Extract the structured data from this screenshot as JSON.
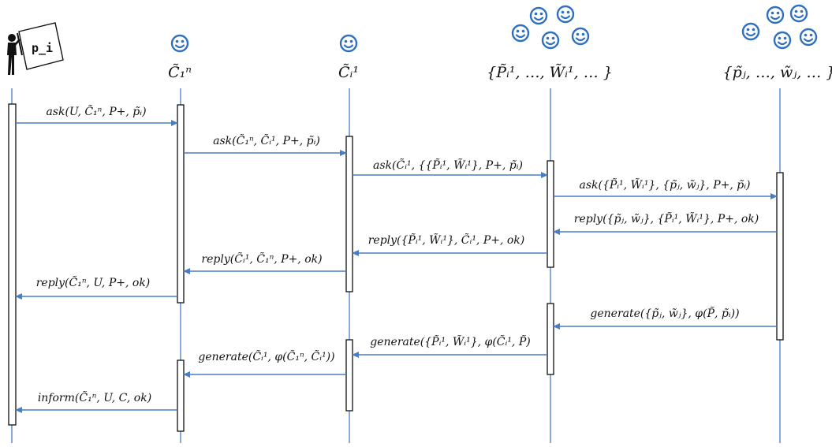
{
  "participants": [
    {
      "id": "user",
      "label": "",
      "icon": "person-with-sign-icon",
      "sign_text": "p_i"
    },
    {
      "id": "c1n",
      "label": "C̃₁ⁿ",
      "icon": "smiley-icon"
    },
    {
      "id": "ci1",
      "label": "C̃ᵢ¹",
      "icon": "smiley-icon"
    },
    {
      "id": "group-p",
      "label": "{P̃ᵢ¹, …, W̃ᵢ¹, … }",
      "icon": "smiley-group-icon"
    },
    {
      "id": "group-w",
      "label": "{p̃ⱼ, …, w̃ⱼ, … }",
      "icon": "smiley-group-icon"
    }
  ],
  "messages": [
    {
      "from": "user",
      "to": "c1n",
      "label": "ask(U, C̃₁ⁿ, P+, p̃ᵢ)"
    },
    {
      "from": "c1n",
      "to": "ci1",
      "label": "ask(C̃₁ⁿ, C̃ᵢ¹, P+, p̃ᵢ)"
    },
    {
      "from": "ci1",
      "to": "group-p",
      "label": "ask(C̃ᵢ¹, {{P̃ᵢ¹, W̃ᵢ¹}, P+, p̃ᵢ)"
    },
    {
      "from": "group-p",
      "to": "group-w",
      "label": "ask({P̃ᵢ¹, W̃ᵢ¹}, {p̃ⱼ, w̃ⱼ}, P+, p̃ᵢ)"
    },
    {
      "from": "group-w",
      "to": "group-p",
      "label": "reply({p̃ⱼ, w̃ⱼ}, {P̃ᵢ¹, W̃ᵢ¹}, P+, ok)"
    },
    {
      "from": "group-p",
      "to": "ci1",
      "label": "reply({P̃ᵢ¹, W̃ᵢ¹}, C̃ᵢ¹, P+, ok)"
    },
    {
      "from": "ci1",
      "to": "c1n",
      "label": "reply(C̃ᵢ¹, C̃₁ⁿ, P+, ok)"
    },
    {
      "from": "c1n",
      "to": "user",
      "label": "reply(C̃₁ⁿ, U, P+, ok)"
    },
    {
      "from": "group-w",
      "to": "group-p",
      "label": "generate({p̃ⱼ, w̃ⱼ}, φ(P̃, p̃ᵢ))"
    },
    {
      "from": "group-p",
      "to": "ci1",
      "label": "generate({P̃ᵢ¹, W̃ᵢ¹}, φ(C̃ᵢ¹, P̃)"
    },
    {
      "from": "ci1",
      "to": "c1n",
      "label": "generate(C̃ᵢ¹, φ(C̃₁ⁿ, C̃ᵢ¹))"
    },
    {
      "from": "c1n",
      "to": "user",
      "label": "inform(C̃₁ⁿ, U, C, ok)"
    }
  ],
  "colors": {
    "line": "#4a7ec4",
    "smiley": "#2f6fc0",
    "box": "#111111"
  }
}
